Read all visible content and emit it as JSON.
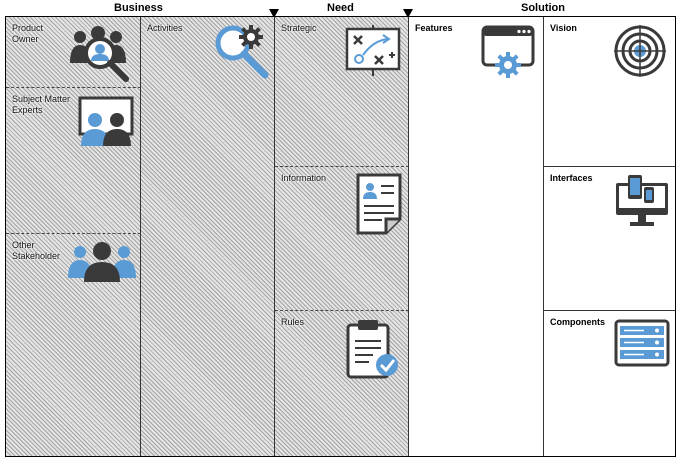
{
  "headers": {
    "business": "Business",
    "need": "Need",
    "solution": "Solution"
  },
  "business": {
    "product_owner": "Product Owner",
    "subject_matter_experts": "Subject Matter Experts",
    "other_stakeholder": "Other Stakeholder",
    "activities": "Activities"
  },
  "need": {
    "strategic": "Strategic",
    "information": "Information",
    "rules": "Rules"
  },
  "solution": {
    "features": "Features",
    "vision": "Vision",
    "interfaces": "Interfaces",
    "components": "Components"
  },
  "icons": {
    "product_owner": "people-search-icon",
    "subject_matter_experts": "presentation-people-icon",
    "other_stakeholder": "group-people-icon",
    "activities": "search-gear-icon",
    "strategic": "strategy-board-icon",
    "information": "document-profile-icon",
    "rules": "clipboard-check-icon",
    "features": "browser-gear-icon",
    "vision": "target-icon",
    "interfaces": "devices-icon",
    "components": "server-rack-icon"
  },
  "colors": {
    "accent": "#5b9bd5",
    "dark": "#3a3a3a"
  }
}
